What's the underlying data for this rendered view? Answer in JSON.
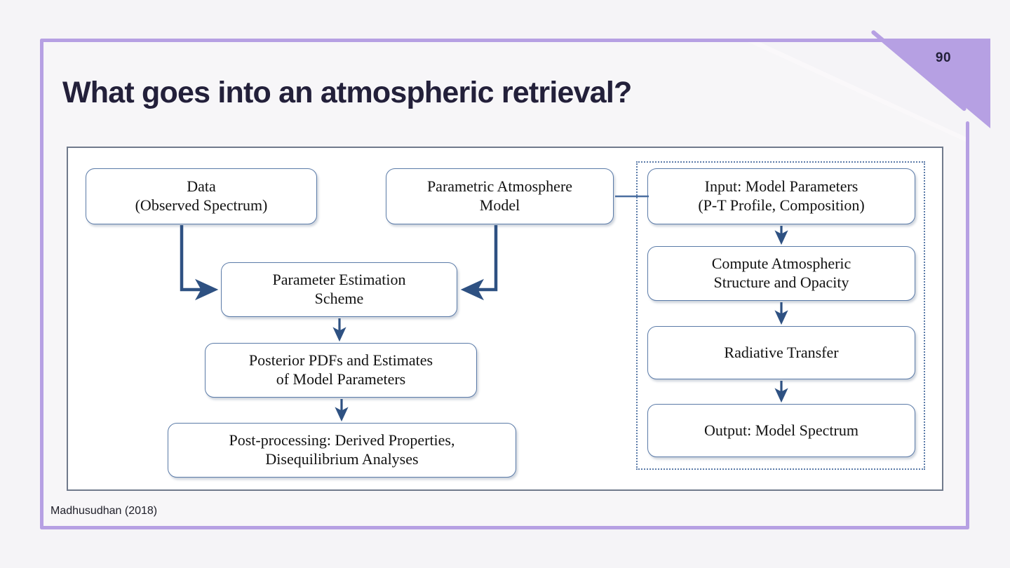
{
  "slide": {
    "page_number": "90",
    "title": "What goes into an atmospheric retrieval?",
    "caption": "Madhusudhan (2018)",
    "accent_color": "#b6a0e3",
    "background_color": "#f5f4f7",
    "title_color": "#23203a"
  },
  "diagram": {
    "box_border_color": "#5b7ba8",
    "arrow_color": "#2e5182",
    "loop_container_border": "#5b7ba8",
    "frame_border_color": "#707a8c",
    "boxes": [
      {
        "id": "data",
        "line1": "Data",
        "line2": "(Observed Spectrum)"
      },
      {
        "id": "parametric",
        "line1": "Parametric Atmosphere",
        "line2": "Model"
      },
      {
        "id": "input-params",
        "line1": "Input: Model Parameters",
        "line2": "(P-T Profile, Composition)"
      },
      {
        "id": "compute",
        "line1": "Compute Atmospheric",
        "line2": "Structure and Opacity"
      },
      {
        "id": "radiative",
        "line1": "Radiative Transfer",
        "line2": ""
      },
      {
        "id": "output",
        "line1": "Output: Model Spectrum",
        "line2": ""
      },
      {
        "id": "estimation",
        "line1": "Parameter Estimation",
        "line2": "Scheme"
      },
      {
        "id": "posterior",
        "line1": "Posterior PDFs and Estimates",
        "line2": "of Model Parameters"
      },
      {
        "id": "postprocessing",
        "line1": "Post-processing: Derived Properties,",
        "line2": "Disequilibrium Analyses"
      }
    ]
  }
}
